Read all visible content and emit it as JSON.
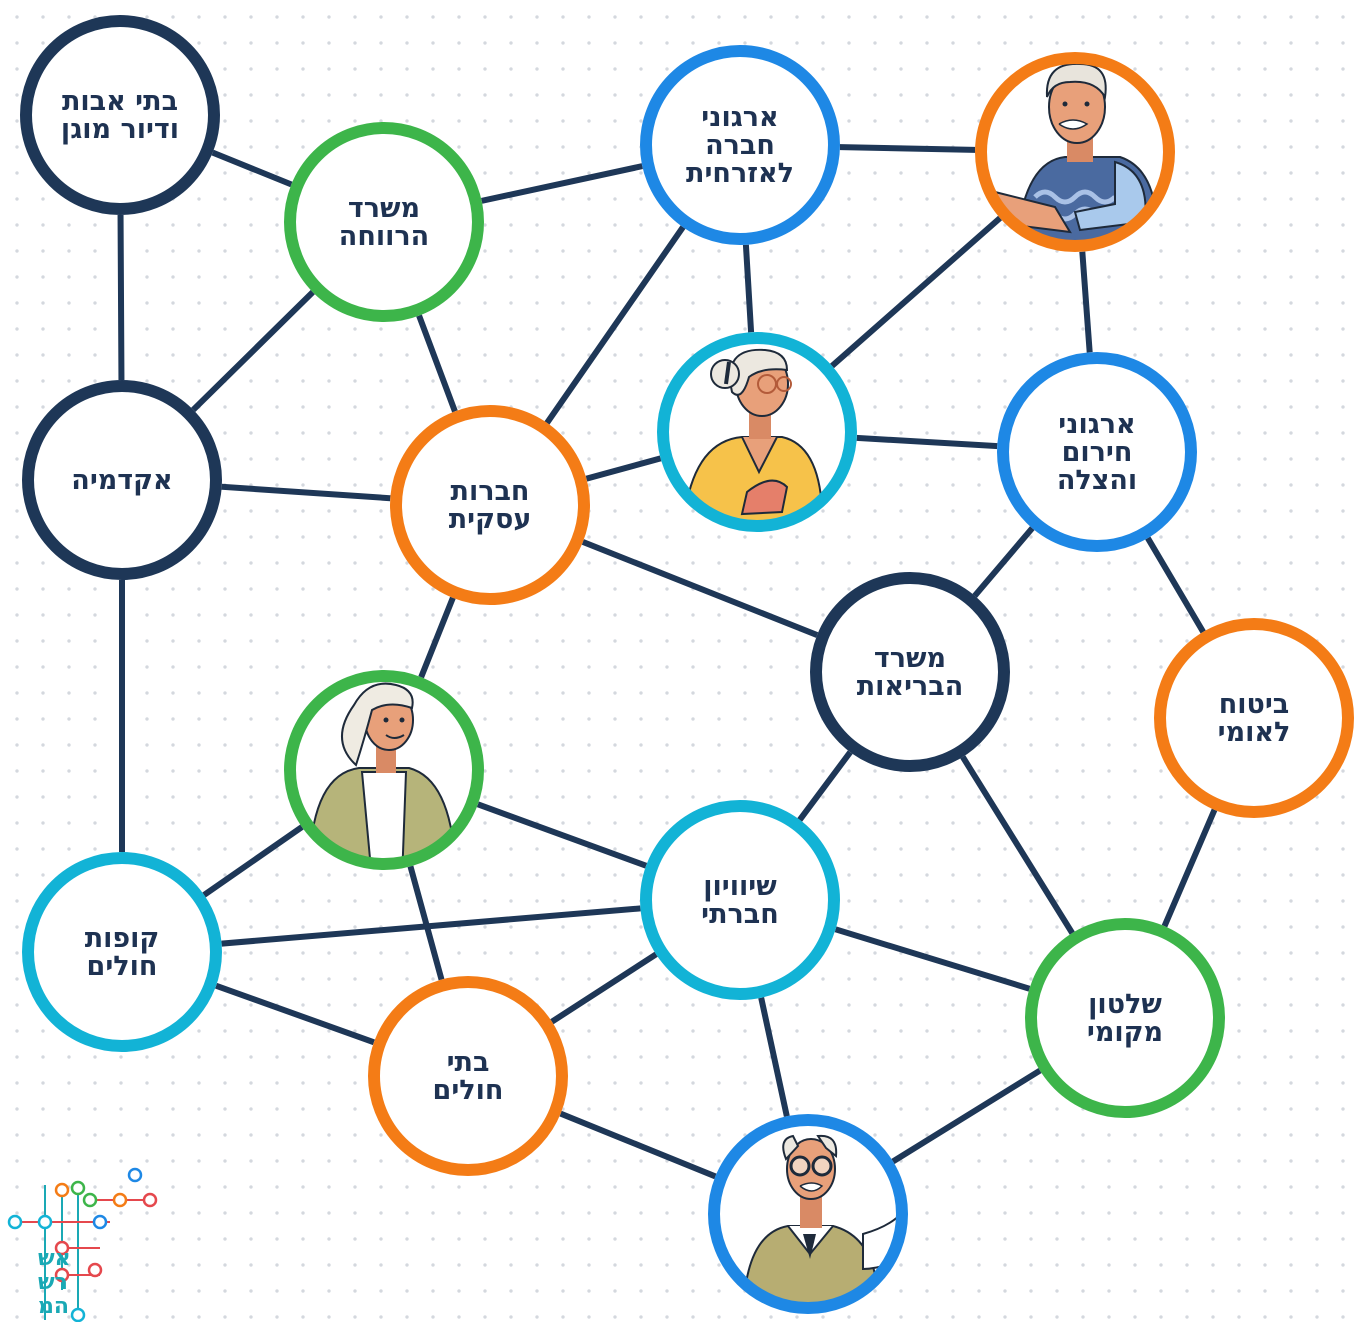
{
  "colors": {
    "navy": "#1e3757",
    "green": "#3db54a",
    "blue": "#1e88e5",
    "orange": "#f47c16",
    "cyan": "#12b3d6",
    "edge": "#1e3757",
    "text": "#1e3252"
  },
  "nodes": [
    {
      "id": "batei-avot",
      "color": "navy",
      "lines": [
        "בתי אבות",
        "ודיור מוגן"
      ]
    },
    {
      "id": "misrad-harevacha",
      "color": "green",
      "lines": [
        "משרד",
        "הרווחה"
      ]
    },
    {
      "id": "irgunei-chevra",
      "color": "blue",
      "lines": [
        "ארגוני",
        "חברה",
        "לאזרחית"
      ]
    },
    {
      "id": "person-old-man",
      "color": "orange",
      "icon": "elderly-man-icon"
    },
    {
      "id": "akademia",
      "color": "navy",
      "lines": [
        "אקדמיה"
      ]
    },
    {
      "id": "chevrot-iskiot",
      "color": "orange",
      "lines": [
        "חברות",
        "עסקית"
      ]
    },
    {
      "id": "person-old-woman",
      "color": "cyan",
      "icon": "elderly-woman-icon"
    },
    {
      "id": "irgunei-chirum",
      "color": "blue",
      "lines": [
        "ארגוני",
        "חירום",
        "והצלה"
      ]
    },
    {
      "id": "misrad-habriut",
      "color": "navy",
      "lines": [
        "משרד",
        "הבריאות"
      ]
    },
    {
      "id": "bituach-leumi",
      "color": "orange",
      "lines": [
        "ביטוח",
        "לאומי"
      ]
    },
    {
      "id": "person-woman-green",
      "color": "green",
      "icon": "elderly-woman-cardigan-icon"
    },
    {
      "id": "shivyon-chevrati",
      "color": "cyan",
      "lines": [
        "שיוויון",
        "חברתי"
      ]
    },
    {
      "id": "kupot-cholim",
      "color": "cyan",
      "lines": [
        "קופות",
        "חולים"
      ]
    },
    {
      "id": "shilton-mekomi",
      "color": "green",
      "lines": [
        "שלטון",
        "מקומי"
      ]
    },
    {
      "id": "batei-cholim",
      "color": "orange",
      "lines": [
        "בתי",
        "חולים"
      ]
    },
    {
      "id": "person-old-man-glasses",
      "color": "blue",
      "icon": "elderly-man-glasses-icon"
    }
  ],
  "edges": [
    [
      "batei-avot",
      "misrad-harevacha"
    ],
    [
      "batei-avot",
      "akademia"
    ],
    [
      "misrad-harevacha",
      "irgunei-chevra"
    ],
    [
      "misrad-harevacha",
      "akademia"
    ],
    [
      "misrad-harevacha",
      "chevrot-iskiot"
    ],
    [
      "irgunei-chevra",
      "person-old-man"
    ],
    [
      "irgunei-chevra",
      "person-old-woman"
    ],
    [
      "irgunei-chevra",
      "chevrot-iskiot"
    ],
    [
      "person-old-man",
      "person-old-woman"
    ],
    [
      "person-old-man",
      "irgunei-chirum"
    ],
    [
      "person-old-woman",
      "irgunei-chirum"
    ],
    [
      "person-old-woman",
      "chevrot-iskiot"
    ],
    [
      "akademia",
      "chevrot-iskiot"
    ],
    [
      "akademia",
      "kupot-cholim"
    ],
    [
      "chevrot-iskiot",
      "misrad-habriut"
    ],
    [
      "chevrot-iskiot",
      "person-woman-green"
    ],
    [
      "irgunei-chirum",
      "misrad-habriut"
    ],
    [
      "irgunei-chirum",
      "bituach-leumi"
    ],
    [
      "misrad-habriut",
      "shivyon-chevrati"
    ],
    [
      "misrad-habriut",
      "shilton-mekomi"
    ],
    [
      "bituach-leumi",
      "shilton-mekomi"
    ],
    [
      "person-woman-green",
      "kupot-cholim"
    ],
    [
      "person-woman-green",
      "shivyon-chevrati"
    ],
    [
      "person-woman-green",
      "batei-cholim"
    ],
    [
      "shivyon-chevrati",
      "kupot-cholim"
    ],
    [
      "shivyon-chevrati",
      "batei-cholim"
    ],
    [
      "shivyon-chevrati",
      "shilton-mekomi"
    ],
    [
      "shivyon-chevrati",
      "person-old-man-glasses"
    ],
    [
      "kupot-cholim",
      "batei-cholim"
    ],
    [
      "batei-cholim",
      "person-old-man-glasses"
    ],
    [
      "shilton-mekomi",
      "person-old-man-glasses"
    ]
  ],
  "logo": {
    "lines": [
      "אש",
      "רש",
      "המ"
    ]
  }
}
